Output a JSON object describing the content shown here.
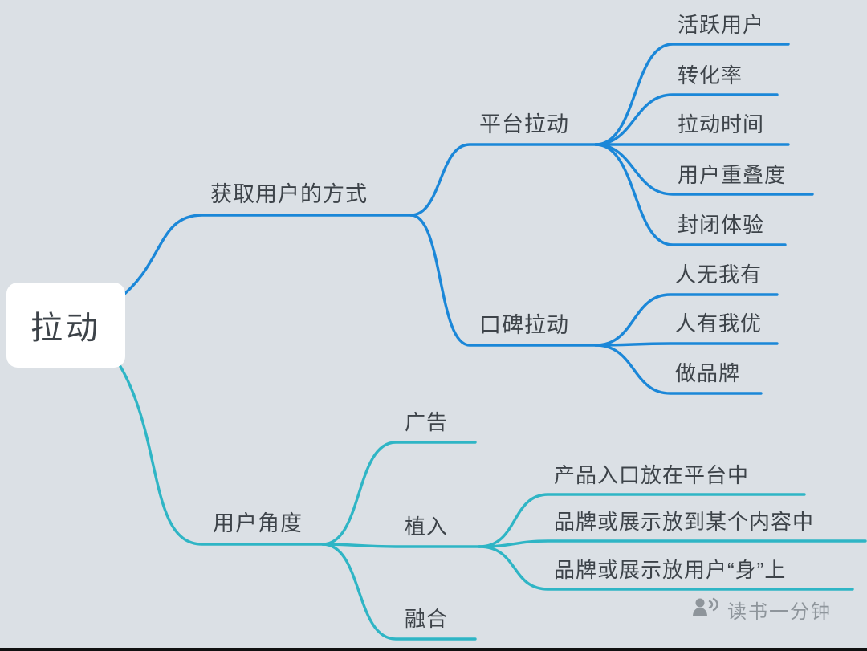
{
  "colors": {
    "branch_top": "#1b87d8",
    "branch_bottom": "#2fb5c5",
    "background": "#dbe0e5",
    "text": "#3d4349",
    "watermark": "#8e959b"
  },
  "mindmap": {
    "root": {
      "label": "拉动"
    },
    "branches": [
      {
        "label": "获取用户的方式",
        "children": [
          {
            "label": "平台拉动",
            "children": [
              {
                "label": "活跃用户"
              },
              {
                "label": "转化率"
              },
              {
                "label": "拉动时间"
              },
              {
                "label": "用户重叠度"
              },
              {
                "label": "封闭体验"
              }
            ]
          },
          {
            "label": "口碑拉动",
            "children": [
              {
                "label": "人无我有"
              },
              {
                "label": "人有我优"
              },
              {
                "label": "做品牌"
              }
            ]
          }
        ]
      },
      {
        "label": "用户角度",
        "children": [
          {
            "label": "广告",
            "children": []
          },
          {
            "label": "植入",
            "children": [
              {
                "label": "产品入口放在平台中"
              },
              {
                "label": "品牌或展示放到某个内容中"
              },
              {
                "label": "品牌或展示放用户“身”上"
              }
            ]
          },
          {
            "label": "融合",
            "children": []
          }
        ]
      }
    ]
  },
  "watermark": {
    "label": "读书一分钟"
  }
}
